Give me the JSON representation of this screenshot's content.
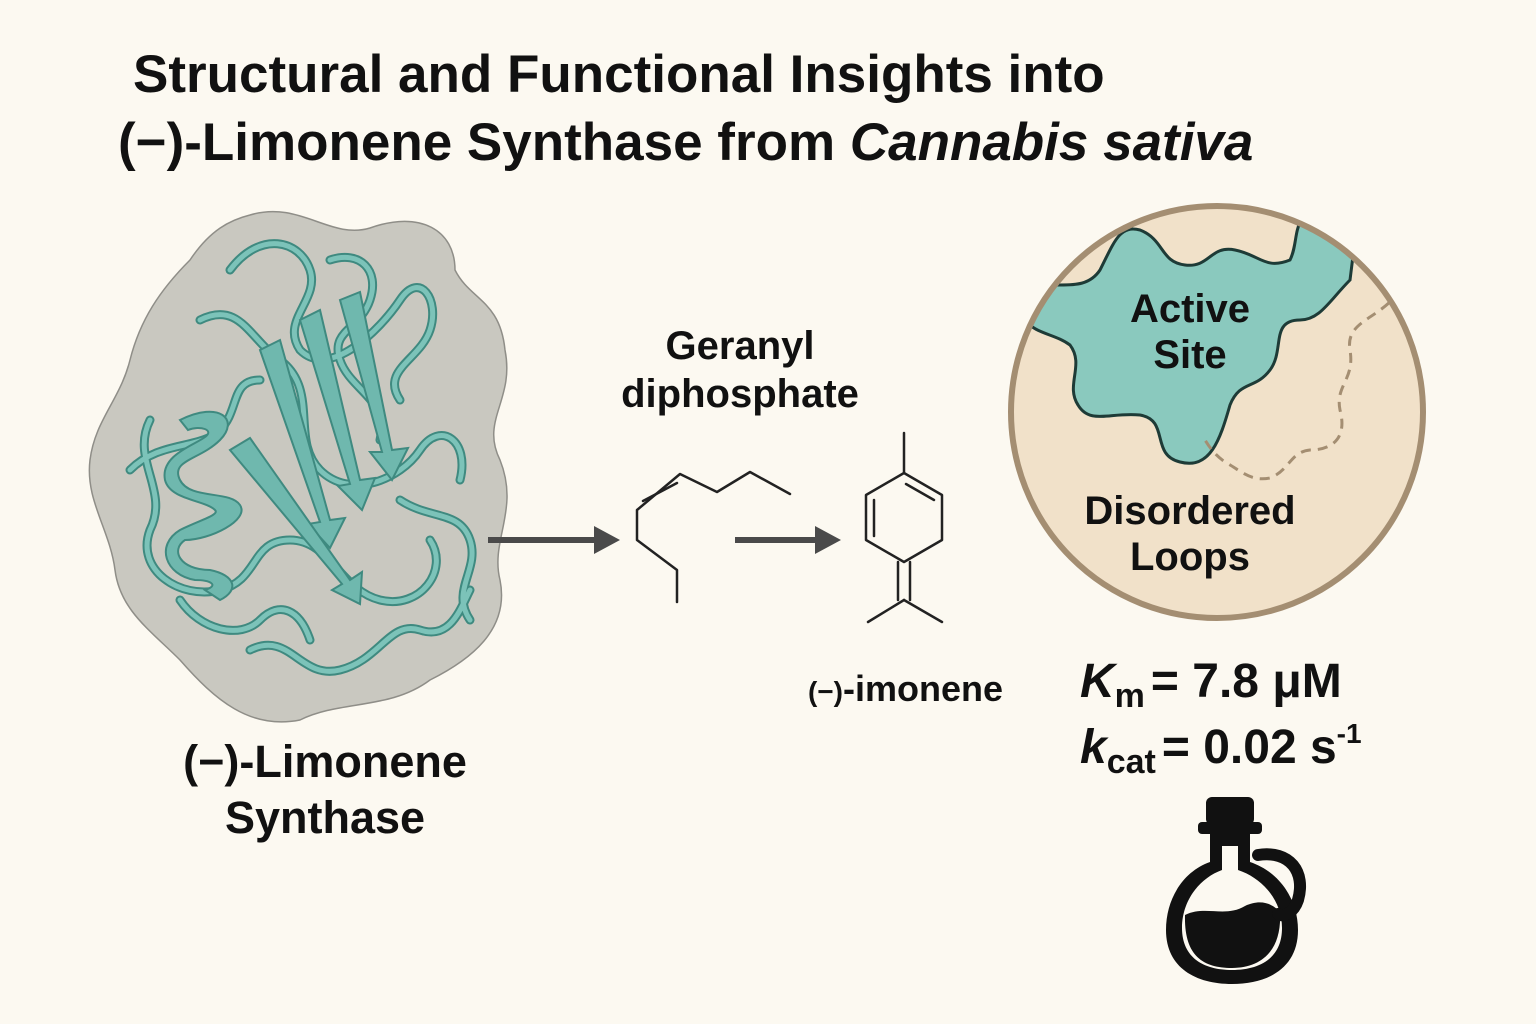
{
  "title": {
    "line1": "Structural and Functional Insights into",
    "line2_prefix": "(−)-Limonene Synthase from ",
    "line2_species": "Cannabis sativa"
  },
  "protein": {
    "label_line1": "(−)-Limonene",
    "label_line2": "Synthase"
  },
  "substrate": {
    "label_line1": "Geranyl",
    "label_line2": "diphosphate"
  },
  "product": {
    "paren": "(−)",
    "label": "-imonene"
  },
  "active_site": {
    "site_line1": "Active",
    "site_line2": "Site",
    "loops_line1": "Disordered",
    "loops_line2": "Loops"
  },
  "kinetics": {
    "km_symbol": "K",
    "km_sub": "m",
    "km_value": "= 7.8 μM",
    "kcat_symbol": "k",
    "kcat_sub": "cat",
    "kcat_value": "= 0.02 s",
    "kcat_exp": "-1"
  },
  "colors": {
    "background": "#fcf9f1",
    "protein_teal": "#6fb8ae",
    "protein_dark": "#3f8a80",
    "protein_shadow": "#c9c8c0",
    "circle_fill": "#f1e1c9",
    "circle_border": "#a48e72",
    "arrow": "#4a4a4a"
  },
  "icons": [
    "oil-bottle-icon",
    "arrow-right-icon"
  ]
}
